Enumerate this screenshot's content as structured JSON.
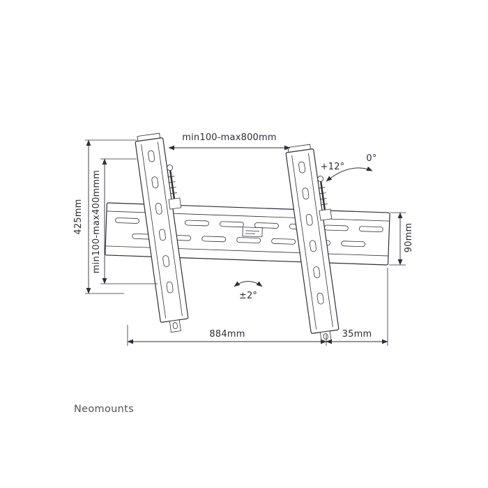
{
  "brand": {
    "name": "Neomounts"
  },
  "drawing": {
    "type": "technical-dimension-diagram",
    "subject": "tilting flat-screen wall mount with wall plate and two vertical brackets",
    "labels": {
      "top_width": "min100-max800mm",
      "left_height": "425mm",
      "left_vesa_height": "min100-max400mmm",
      "plate_height": "90mm",
      "bottom_width": "884mm",
      "bottom_offset": "35mm",
      "tilt_max": "+12°",
      "tilt_zero": "0°",
      "level_adjust": "±2°"
    },
    "colors": {
      "line": "#2e2e36",
      "text": "#2e2e36",
      "brand": "#52525a",
      "background": "#ffffff"
    }
  }
}
